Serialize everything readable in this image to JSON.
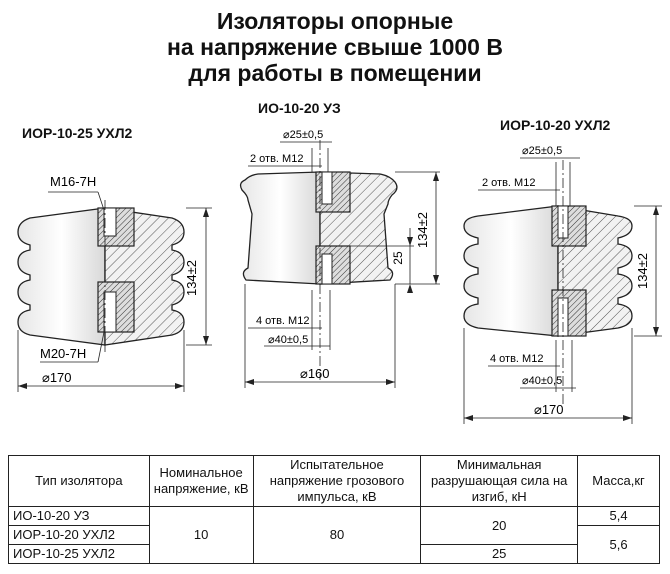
{
  "title": {
    "line1": "Изоляторы опорные",
    "line2": "на напряжение свыше 1000 В",
    "line3": "для работы в помещении"
  },
  "insulators": {
    "left": {
      "name": "ИОР-10-25 УХЛ2",
      "thread_top": "M16-7H",
      "thread_bottom": "M20-7H",
      "height": "134±2",
      "diameter": "⌀170"
    },
    "middle": {
      "name": "ИО-10-20 УЗ",
      "top_pcd": "⌀25±0,5",
      "top_holes": "2 отв. M12",
      "bottom_holes": "4 отв. M12",
      "bottom_pcd": "⌀40±0,5",
      "height": "134±2",
      "depth": "25",
      "diameter": "⌀160"
    },
    "right": {
      "name": "ИОР-10-20 УХЛ2",
      "top_pcd": "⌀25±0,5",
      "top_holes": "2 отв. M12",
      "bottom_holes": "4 отв. M12",
      "bottom_pcd": "⌀40±0,5",
      "height": "134±2",
      "diameter": "⌀170"
    }
  },
  "table": {
    "headers": {
      "type": "Тип изолятора",
      "voltage": "Номинальное напряжение, кВ",
      "impulse": "Испытательное напряжение грозового импульса, кВ",
      "force": "Минимальная разрушающая сила на изгиб, кН",
      "mass": "Масса,кг"
    },
    "types": [
      "ИО-10-20 УЗ",
      "ИОР-10-20 УХЛ2",
      "ИОР-10-25 УХЛ2"
    ],
    "voltage": "10",
    "impulse": "80",
    "force_20": "20",
    "force_25": "25",
    "mass_1": "5,4",
    "mass_2": "5,6"
  }
}
